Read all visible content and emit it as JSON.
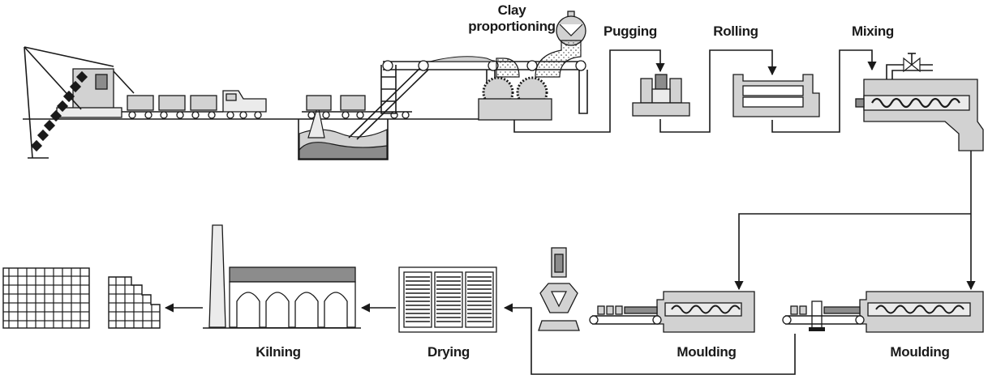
{
  "stages": {
    "clay_proportioning": [
      "Clay",
      "proportioning"
    ],
    "pugging": "Pugging",
    "rolling": "Rolling",
    "mixing": "Mixing",
    "moulding_1": "Moulding",
    "moulding_2": "Moulding",
    "drying": "Drying",
    "kilning": "Kilning"
  },
  "colors": {
    "ink": "#1a1a1a",
    "machine_fill": "#d2d2d2",
    "dark_fill": "#8c8c8c",
    "light_fill": "#ebebeb",
    "background": "#ffffff"
  }
}
